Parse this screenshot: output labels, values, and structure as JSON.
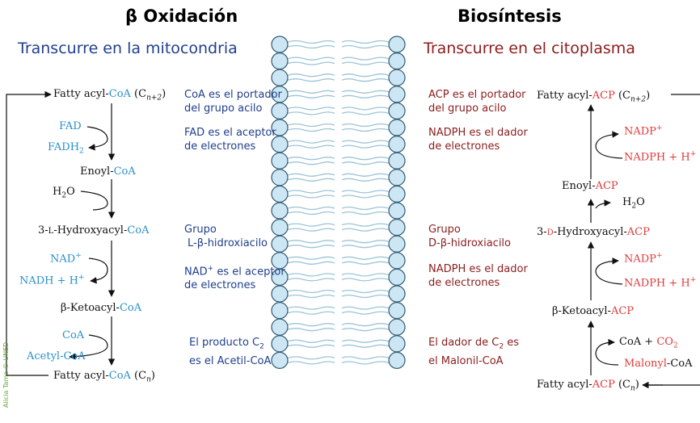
{
  "headers": {
    "left_title": "β Oxidación",
    "right_title": "Biosíntesis",
    "left_subtitle": "Transcurre en la mitocondria",
    "right_subtitle": "Transcurre en el citoplasma"
  },
  "colors": {
    "blue_text": "#1f3f8c",
    "red_text": "#8b1d1d",
    "coa_blue": "#2a8fc9",
    "acp_red": "#e03a3a",
    "membrane_fill": "#cde6f3",
    "membrane_stroke": "#2f5a74",
    "tail": "#9cc4d8"
  },
  "oxidation": {
    "fatty_acyl_n2": {
      "a": "Fatty acyl-",
      "b": "CoA",
      "c": " (C",
      "sub": "n+2",
      "d": ")"
    },
    "fad": "FAD",
    "fadh2": {
      "a": "FADH",
      "sub": "2"
    },
    "enoyl": {
      "a": "Enoyl-",
      "b": "CoA"
    },
    "h2o": {
      "a": "H",
      "sub": "2",
      "b": "O"
    },
    "hydroxyacyl": {
      "a": "3-",
      "sc": "L",
      "b": "-Hydroxyacyl-",
      "c": "CoA"
    },
    "nad": {
      "a": "NAD",
      "sup": "+"
    },
    "nadh": {
      "a": "NADH + H",
      "sup": "+"
    },
    "ketoacyl": {
      "a": "β-Ketoacyl-",
      "b": "CoA"
    },
    "coa": "CoA",
    "acetyl": "Acetyl-CoA",
    "fatty_acyl_n": {
      "a": "Fatty acyl-",
      "b": "CoA",
      "c": " (C",
      "sub": "n",
      "d": ")"
    }
  },
  "left_notes": [
    {
      "line1": "CoA es el portador",
      "line2": "del grupo acilo"
    },
    {
      "line1": "FAD es el aceptor",
      "line2": "de electrones"
    },
    {
      "line1": "Grupo",
      "line2": "L-β-hidroxiacilo"
    },
    {
      "line1a": "NAD",
      "sup": "+",
      "line1b": " es el aceptor",
      "line2": "de electrones"
    },
    {
      "line1a": "El producto C",
      "sub": "2",
      "line2": "es el Acetil-CoA"
    }
  ],
  "right_notes": [
    {
      "line1": "ACP es el portador",
      "line2": "del grupo acilo"
    },
    {
      "line1": "NADPH es el dador",
      "line2": "de electrones"
    },
    {
      "line1": "Grupo",
      "line2": "D-β-hidroxiacilo"
    },
    {
      "line1": "NADPH es el dador",
      "line2": "de electrones"
    },
    {
      "line1a": "El dador de C",
      "sub": "2",
      "line1b": " es",
      "line2": "el Malonil-CoA"
    }
  ],
  "synthesis": {
    "fatty_acyl_n2": {
      "a": "Fatty acyl-",
      "b": "ACP",
      "c": " (C",
      "sub": "n+2",
      "d": ")"
    },
    "nadp1": {
      "a": "NADP",
      "sup": "+"
    },
    "nadph1": {
      "a": "NADPH + H",
      "sup": "+"
    },
    "enoyl": {
      "a": "Enoyl-",
      "b": "ACP"
    },
    "h2o": {
      "a": "H",
      "sub": "2",
      "b": "O"
    },
    "hydroxyacyl": {
      "a": "3-",
      "sc": "D",
      "b": "-Hydroxyacyl-",
      "c": "ACP"
    },
    "nadp2": {
      "a": "NADP",
      "sup": "+"
    },
    "nadph2": {
      "a": "NADPH + H",
      "sup": "+"
    },
    "ketoacyl": {
      "a": "β-Ketoacyl-",
      "b": "ACP"
    },
    "coa_co2": {
      "a": "CoA + ",
      "b": "CO",
      "sub": "2"
    },
    "malonyl": {
      "a": "Malonyl",
      "b": "-CoA"
    },
    "fatty_acyl_n": {
      "a": "Fatty acyl-",
      "b": "ACP",
      "c": " (C",
      "sub": "n",
      "d": ")"
    }
  },
  "sidebar_text": "Alicia Tama © UNED"
}
